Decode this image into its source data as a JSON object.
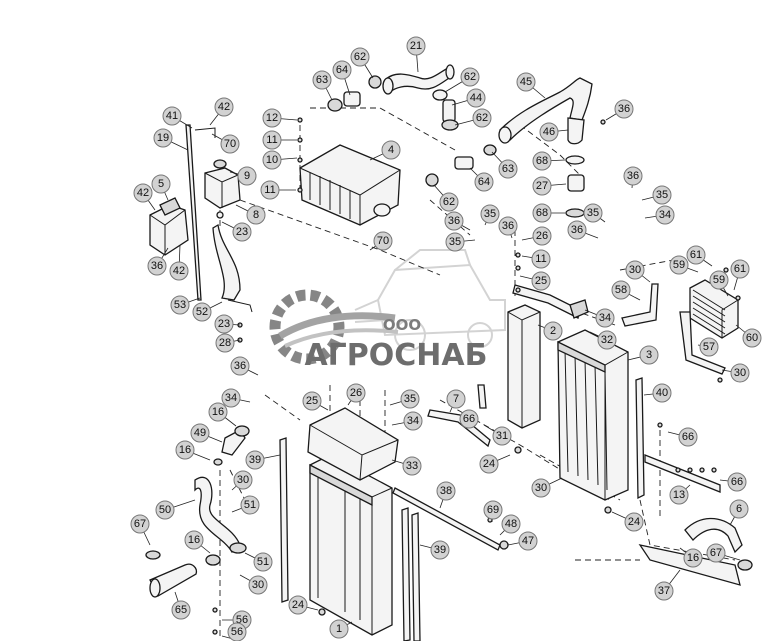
{
  "watermark": {
    "company_type": "ООО",
    "company_name": "АГРОСНАБ",
    "colors": {
      "primary": "#5e5e5e",
      "light": "#bdbdbd"
    }
  },
  "callouts": [
    {
      "id": "c21",
      "label": "21"
    },
    {
      "id": "c62a",
      "label": "62"
    },
    {
      "id": "c63a",
      "label": "63"
    },
    {
      "id": "c64a",
      "label": "64"
    },
    {
      "id": "c62b",
      "label": "62"
    },
    {
      "id": "c44",
      "label": "44"
    },
    {
      "id": "c62c",
      "label": "62"
    },
    {
      "id": "c45",
      "label": "45"
    },
    {
      "id": "c36a",
      "label": "36"
    },
    {
      "id": "c46",
      "label": "46"
    },
    {
      "id": "c42a",
      "label": "42"
    },
    {
      "id": "c41",
      "label": "41"
    },
    {
      "id": "c70a",
      "label": "70"
    },
    {
      "id": "c19",
      "label": "19"
    },
    {
      "id": "c12",
      "label": "12"
    },
    {
      "id": "c11a",
      "label": "11"
    },
    {
      "id": "c10",
      "label": "10"
    },
    {
      "id": "c4",
      "label": "4"
    },
    {
      "id": "c9",
      "label": "9"
    },
    {
      "id": "c63b",
      "label": "63"
    },
    {
      "id": "c68a",
      "label": "68"
    },
    {
      "id": "c64b",
      "label": "64"
    },
    {
      "id": "c27",
      "label": "27"
    },
    {
      "id": "c36b",
      "label": "36"
    },
    {
      "id": "c35a",
      "label": "35"
    },
    {
      "id": "c5",
      "label": "5"
    },
    {
      "id": "c11b",
      "label": "11"
    },
    {
      "id": "c62d",
      "label": "62"
    },
    {
      "id": "c68b",
      "label": "68"
    },
    {
      "id": "c35b",
      "label": "35"
    },
    {
      "id": "c34a",
      "label": "34"
    },
    {
      "id": "c42b",
      "label": "42"
    },
    {
      "id": "c8",
      "label": "8"
    },
    {
      "id": "c36c",
      "label": "36"
    },
    {
      "id": "c35c",
      "label": "35"
    },
    {
      "id": "c36d",
      "label": "36"
    },
    {
      "id": "c23a",
      "label": "23"
    },
    {
      "id": "c36e",
      "label": "36"
    },
    {
      "id": "c26a",
      "label": "26"
    },
    {
      "id": "c35d",
      "label": "35"
    },
    {
      "id": "c70b",
      "label": "70"
    },
    {
      "id": "c36f",
      "label": "36"
    },
    {
      "id": "c42c",
      "label": "42"
    },
    {
      "id": "c11c",
      "label": "11"
    },
    {
      "id": "c61a",
      "label": "61"
    },
    {
      "id": "c59a",
      "label": "59"
    },
    {
      "id": "c61b",
      "label": "61"
    },
    {
      "id": "c30a",
      "label": "30"
    },
    {
      "id": "c59b",
      "label": "59"
    },
    {
      "id": "c25a",
      "label": "25"
    },
    {
      "id": "c53",
      "label": "53"
    },
    {
      "id": "c58",
      "label": "58"
    },
    {
      "id": "c52",
      "label": "52"
    },
    {
      "id": "c34b",
      "label": "34"
    },
    {
      "id": "c2",
      "label": "2"
    },
    {
      "id": "c60",
      "label": "60"
    },
    {
      "id": "c23b",
      "label": "23"
    },
    {
      "id": "c32",
      "label": "32"
    },
    {
      "id": "c57",
      "label": "57"
    },
    {
      "id": "c28",
      "label": "28"
    },
    {
      "id": "c3",
      "label": "3"
    },
    {
      "id": "c36g",
      "label": "36"
    },
    {
      "id": "c30b",
      "label": "30"
    },
    {
      "id": "c26b",
      "label": "26"
    },
    {
      "id": "c40",
      "label": "40"
    },
    {
      "id": "c34c",
      "label": "34"
    },
    {
      "id": "c25b",
      "label": "25"
    },
    {
      "id": "c35e",
      "label": "35"
    },
    {
      "id": "c7",
      "label": "7"
    },
    {
      "id": "c16a",
      "label": "16"
    },
    {
      "id": "c34d",
      "label": "34"
    },
    {
      "id": "c66a",
      "label": "66"
    },
    {
      "id": "c31",
      "label": "31"
    },
    {
      "id": "c66b",
      "label": "66"
    },
    {
      "id": "c49",
      "label": "49"
    },
    {
      "id": "c16b",
      "label": "16"
    },
    {
      "id": "c39a",
      "label": "39"
    },
    {
      "id": "c24a",
      "label": "24"
    },
    {
      "id": "c33",
      "label": "33"
    },
    {
      "id": "c13",
      "label": "13"
    },
    {
      "id": "c66c",
      "label": "66"
    },
    {
      "id": "c30c",
      "label": "30"
    },
    {
      "id": "c30d",
      "label": "30"
    },
    {
      "id": "c38",
      "label": "38"
    },
    {
      "id": "c51a",
      "label": "51"
    },
    {
      "id": "c50",
      "label": "50"
    },
    {
      "id": "c69",
      "label": "69"
    },
    {
      "id": "c6",
      "label": "6"
    },
    {
      "id": "c24b",
      "label": "24"
    },
    {
      "id": "c48",
      "label": "48"
    },
    {
      "id": "c67a",
      "label": "67"
    },
    {
      "id": "c16c",
      "label": "16"
    },
    {
      "id": "c47",
      "label": "47"
    },
    {
      "id": "c16d",
      "label": "16"
    },
    {
      "id": "c39b",
      "label": "39"
    },
    {
      "id": "c51b",
      "label": "51"
    },
    {
      "id": "c67b",
      "label": "67"
    },
    {
      "id": "c30e",
      "label": "30"
    },
    {
      "id": "c37",
      "label": "37"
    },
    {
      "id": "c65",
      "label": "65"
    },
    {
      "id": "c56a",
      "label": "56"
    },
    {
      "id": "c24c",
      "label": "24"
    },
    {
      "id": "c1",
      "label": "1"
    },
    {
      "id": "c56b",
      "label": "56"
    }
  ]
}
